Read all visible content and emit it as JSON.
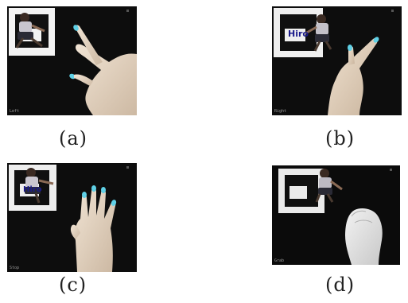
{
  "panels": [
    {
      "id": "a",
      "caption": "(a)",
      "marker_text": "",
      "status_text": "Left"
    },
    {
      "id": "b",
      "caption": "(b)",
      "marker_text": "Hiro",
      "status_text": "Right"
    },
    {
      "id": "c",
      "caption": "(c)",
      "marker_text": "Hiro",
      "status_text": "Stop"
    },
    {
      "id": "d",
      "caption": "(d)",
      "marker_text": "",
      "status_text": "Grab"
    }
  ],
  "colors": {
    "background": "#0b0b0b",
    "skin": "#e6d6c4",
    "nail": "#5fd0e6"
  }
}
